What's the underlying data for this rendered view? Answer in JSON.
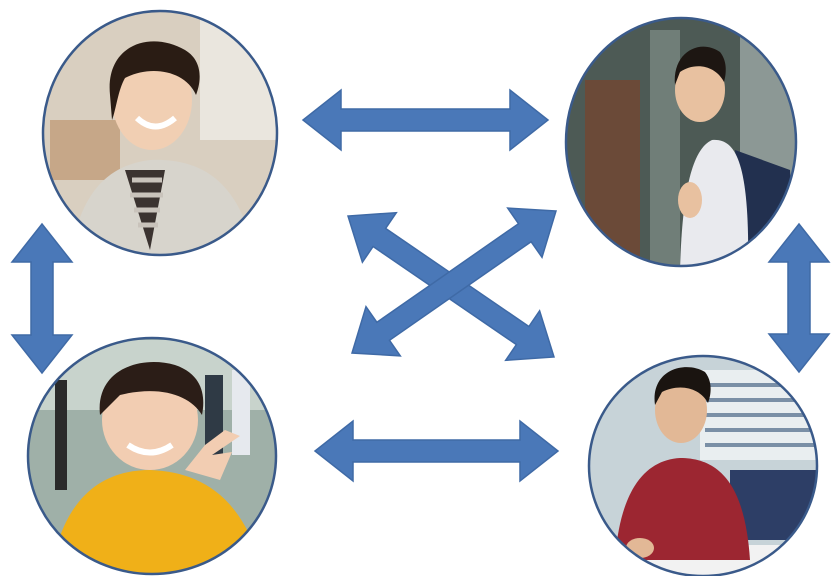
{
  "diagram": {
    "type": "connection-diagram",
    "nodes": [
      {
        "id": "person-top-left",
        "description_icon": "smiling-woman-photo",
        "background": "#d9cfc0",
        "skin": "#f1cfb3",
        "hair": "#2a1c14",
        "clothing": "#d7d4cc"
      },
      {
        "id": "person-top-right",
        "description_icon": "young-man-backpack-photo",
        "background": "#4d5a55",
        "skin": "#e8c1a0",
        "hair": "#1d1612",
        "clothing": "#e9eaee"
      },
      {
        "id": "person-bottom-left",
        "description_icon": "girl-peace-sign-photo",
        "background": "#9fb0a8",
        "skin": "#f2cdb2",
        "hair": "#2b1d17",
        "clothing": "#f0b018"
      },
      {
        "id": "person-bottom-right",
        "description_icon": "student-library-photo",
        "background": "#c7d3d8",
        "skin": "#e2b896",
        "hair": "#1a1410",
        "clothing": "#9c2631"
      }
    ],
    "connections": [
      {
        "from": "person-top-left",
        "to": "person-top-right",
        "style": "double-headed-arrow"
      },
      {
        "from": "person-bottom-left",
        "to": "person-bottom-right",
        "style": "double-headed-arrow"
      },
      {
        "from": "person-top-left",
        "to": "person-bottom-left",
        "style": "double-headed-arrow"
      },
      {
        "from": "person-top-right",
        "to": "person-bottom-right",
        "style": "double-headed-arrow"
      },
      {
        "from": "person-top-left",
        "to": "person-bottom-right",
        "style": "double-headed-arrow"
      },
      {
        "from": "person-top-right",
        "to": "person-bottom-left",
        "style": "double-headed-arrow"
      }
    ],
    "colors": {
      "arrow_fill": "#4a78b8",
      "arrow_stroke": "#3f6aa6",
      "frame": "#3a5a8a"
    }
  }
}
